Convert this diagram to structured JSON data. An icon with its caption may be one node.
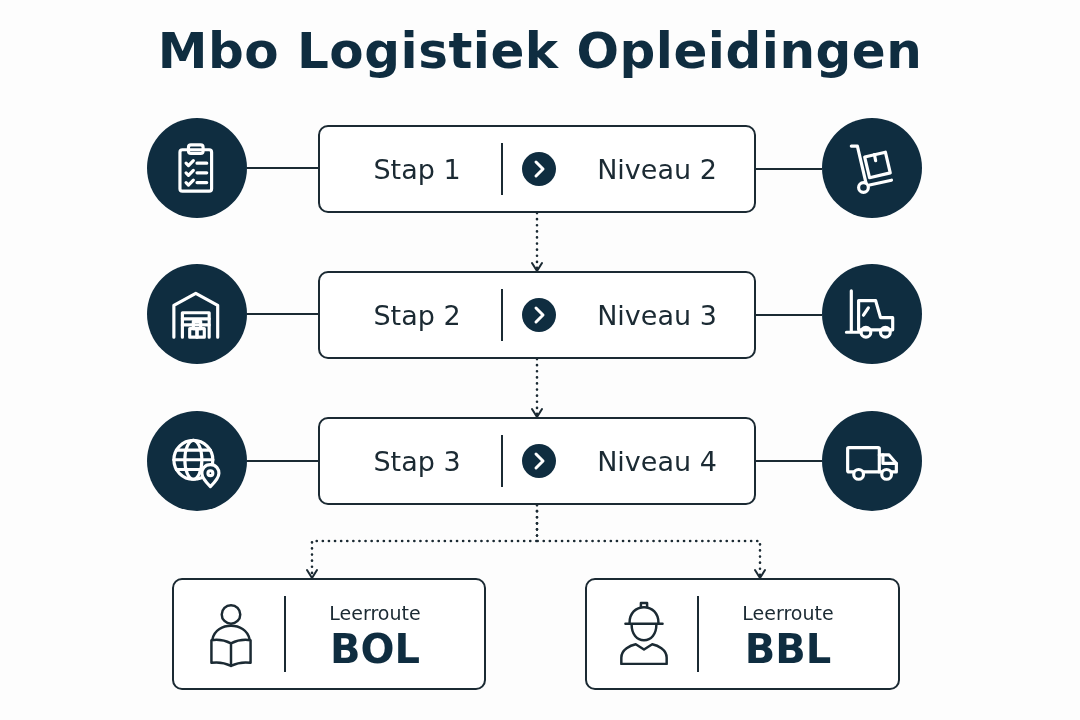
{
  "diagram": {
    "title": "Mbo Logistiek Opleidingen",
    "nodes": [
      {
        "text": [],
        "shape": "circle"
      },
      {
        "text": [
          "Stap 1",
          "Niveau 2"
        ]
      },
      {
        "text": [],
        "shape": "circle"
      },
      {
        "text": [],
        "shape": "circle"
      },
      {
        "text": [
          "Stap 2",
          "Niveau 3"
        ]
      },
      {
        "text": [],
        "shape": "circle"
      },
      {
        "text": [],
        "shape": "circle"
      },
      {
        "text": [
          "Stap 3",
          "Niveau 4"
        ]
      },
      {
        "text": [],
        "shape": "circle"
      },
      {
        "text": [
          "Leerroute",
          "BOL"
        ]
      },
      {
        "text": [
          "Leerroute",
          "BBL"
        ]
      }
    ],
    "edges": [
      {
        "from": 0,
        "to": 1,
        "arrow": "none"
      },
      {
        "from": 1,
        "to": 2,
        "arrow": "none"
      },
      {
        "from": 3,
        "to": 4,
        "arrow": "none"
      },
      {
        "from": 4,
        "to": 5,
        "arrow": "none"
      },
      {
        "from": 6,
        "to": 7,
        "arrow": "none"
      },
      {
        "from": 7,
        "to": 8,
        "arrow": "none"
      },
      {
        "from": 1,
        "to": 4,
        "arrow": "to",
        "style": "dashed"
      },
      {
        "from": 4,
        "to": 7,
        "arrow": "to",
        "style": "dashed"
      },
      {
        "from": 7,
        "to": 9,
        "arrow": "to",
        "style": "dashed"
      },
      {
        "from": 7,
        "to": 10,
        "arrow": "to",
        "style": "dashed"
      }
    ]
  }
}
